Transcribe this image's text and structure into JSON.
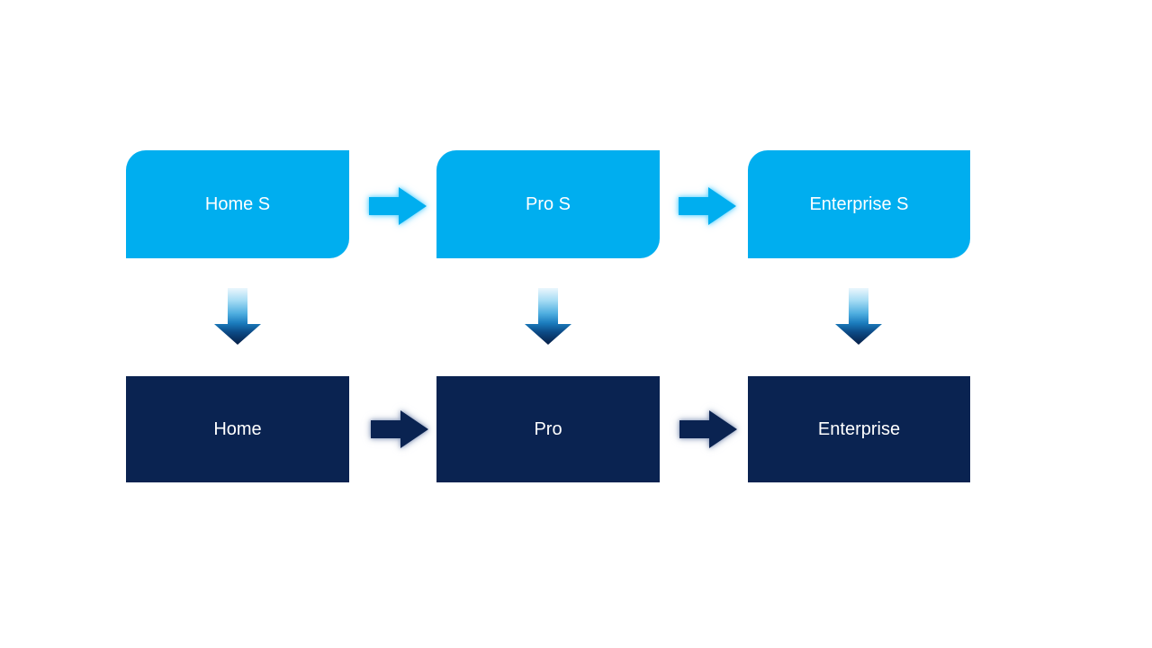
{
  "diagram": {
    "background": "#FFFFFF",
    "columns": [
      {
        "top": {
          "label": "Home S"
        },
        "bottom": {
          "label": "Home"
        }
      },
      {
        "top": {
          "label": "Pro S"
        },
        "bottom": {
          "label": "Pro"
        }
      },
      {
        "top": {
          "label": "Enterprise S"
        },
        "bottom": {
          "label": "Enterprise"
        }
      }
    ],
    "colors": {
      "top_box_fill": "#00AEEF",
      "bottom_box_fill": "#0A2351",
      "label_text": "#FFFFFF",
      "light_arrow_fill": "#00AEEF",
      "light_arrow_glow": "#9FDFFA",
      "dark_arrow_fill": "#0A2351",
      "dark_arrow_glow": "#AAB8D4",
      "down_arrow_gradient_top": "#ECF7FD",
      "down_arrow_gradient_bottom": "#071E46"
    },
    "icons": {
      "right_arrow": "block right arrow (CSS clip-path shape)",
      "down_arrow": "block down arrow with vertical gradient (CSS clip-path shape)"
    }
  }
}
